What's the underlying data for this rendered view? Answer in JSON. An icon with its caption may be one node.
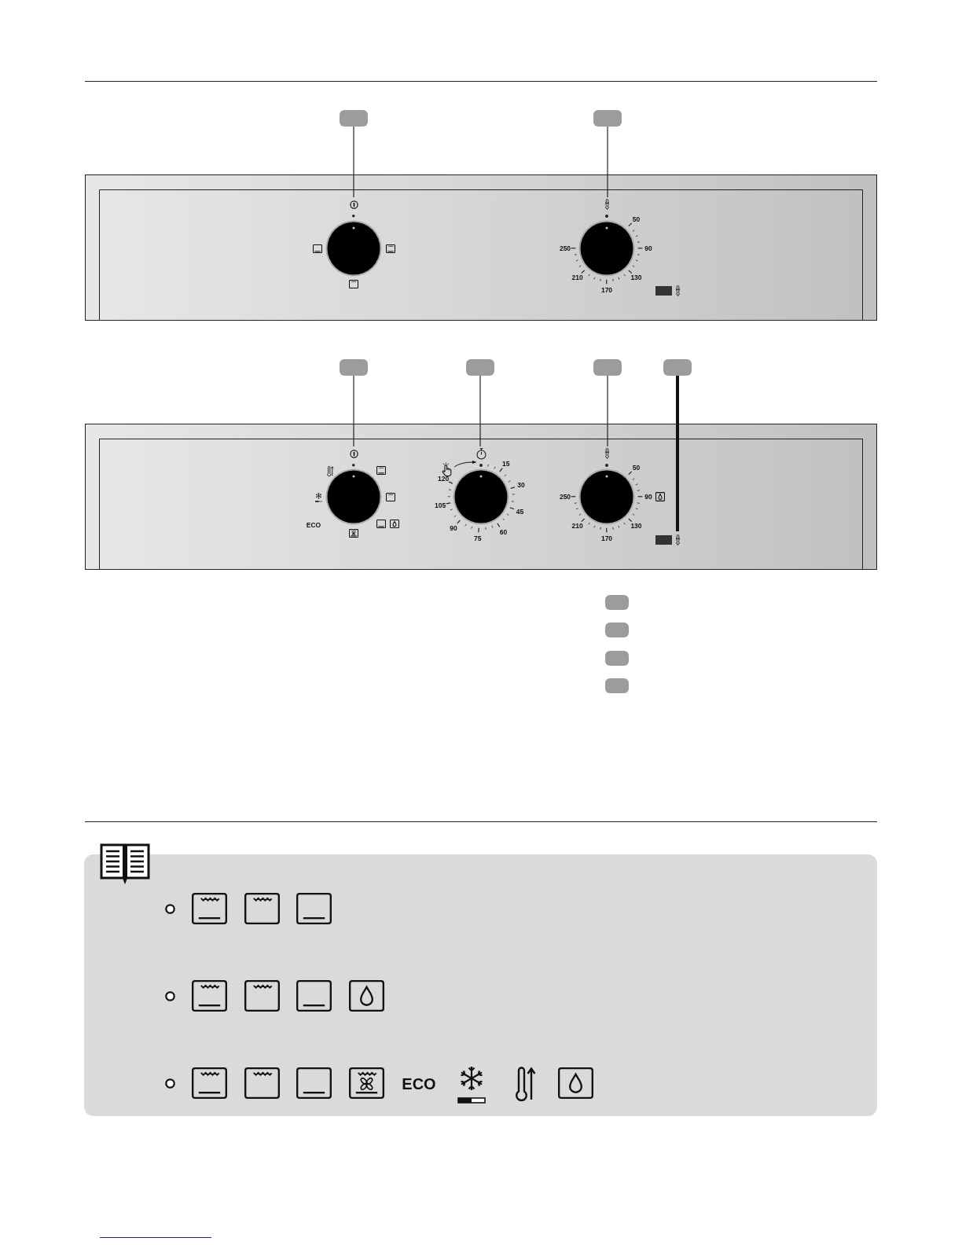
{
  "diagram": {
    "nodes": [
      {
        "text": [],
        "shape": "box"
      },
      {
        "text": [],
        "shape": "box"
      },
      {
        "text": [],
        "shape": "box"
      },
      {
        "text": [],
        "shape": "circle",
        "in": 2
      },
      {
        "text": [],
        "shape": "circle",
        "in": 2,
        "beside": [
          "50",
          "90",
          "130",
          "170",
          "210",
          "250"
        ]
      },
      {
        "text": [],
        "shape": "box"
      },
      {
        "text": [],
        "shape": "box"
      },
      {
        "text": [],
        "shape": "box"
      },
      {
        "text": [],
        "shape": "box"
      },
      {
        "text": [],
        "shape": "box"
      },
      {
        "text": [],
        "shape": "circle",
        "in": 9,
        "beside": [
          "ECO"
        ]
      },
      {
        "text": [],
        "shape": "circle",
        "in": 9,
        "beside": [
          "15",
          "30",
          "45",
          "60",
          "75",
          "90",
          "105",
          "120"
        ]
      },
      {
        "text": [],
        "shape": "circle",
        "in": 9,
        "beside": [
          "50",
          "90",
          "130",
          "170",
          "210",
          "250"
        ]
      },
      {
        "text": [],
        "shape": "box",
        "in": 9
      },
      {
        "text": [],
        "shape": "box"
      },
      {
        "text": [],
        "shape": "box"
      },
      {
        "text": [],
        "shape": "box"
      },
      {
        "text": [],
        "shape": "box"
      }
    ],
    "edges": [
      {
        "from": 0,
        "to": 3,
        "arrow": "none"
      },
      {
        "from": 1,
        "to": 4,
        "arrow": "none"
      },
      {
        "from": 5,
        "to": 10,
        "arrow": "none"
      },
      {
        "from": 6,
        "to": 11,
        "arrow": "none"
      },
      {
        "from": 7,
        "to": 12,
        "arrow": "none"
      },
      {
        "from": 8,
        "to": 13,
        "arrow": "none",
        "style": "thick"
      }
    ],
    "labels": [
      "ECO"
    ]
  }
}
